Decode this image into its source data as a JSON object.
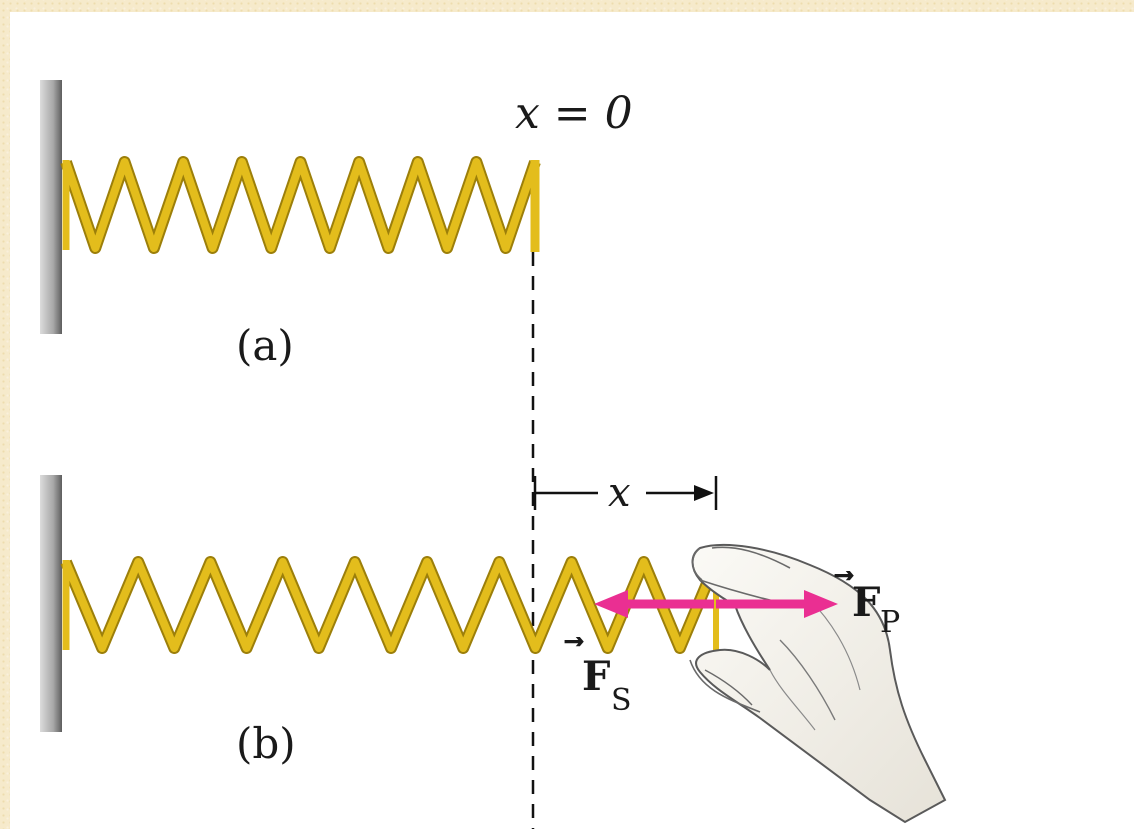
{
  "diagram": {
    "origin_label": "x = 0",
    "caption_a": "(a)",
    "caption_b": "(b)",
    "displacement_label": "x",
    "force_pull_symbol": "F",
    "force_pull_subscript": "P",
    "force_spring_symbol": "F",
    "force_spring_subscript": "S",
    "vector_arrow_glyph": "⃗"
  },
  "colors": {
    "spring": "#e3bd1c",
    "spring_edge": "#9c7f0a",
    "force_arrow": "#ea2f92",
    "wall_light": "#d4d4d4",
    "wall_dark": "#6a6a6a",
    "skin": "#f3f1ec"
  }
}
